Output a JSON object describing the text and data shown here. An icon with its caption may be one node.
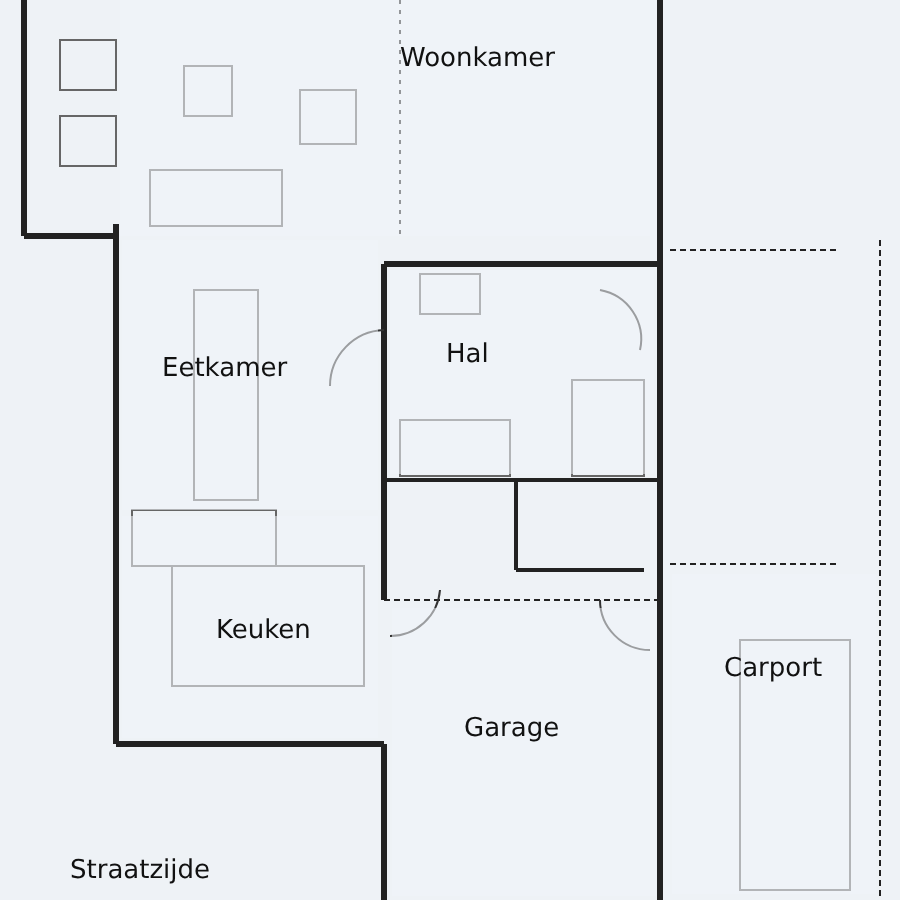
{
  "diagram": {
    "nodes": [
      {
        "text": [
          "Woonkamer"
        ]
      },
      {
        "text": [
          "Hal"
        ]
      },
      {
        "text": [
          "Eetkamer"
        ]
      },
      {
        "text": [
          "Keuken"
        ]
      },
      {
        "text": [
          "Carport"
        ]
      },
      {
        "text": [
          "Garage"
        ]
      }
    ],
    "edges": [],
    "labels": [
      "Straatzijde"
    ]
  }
}
